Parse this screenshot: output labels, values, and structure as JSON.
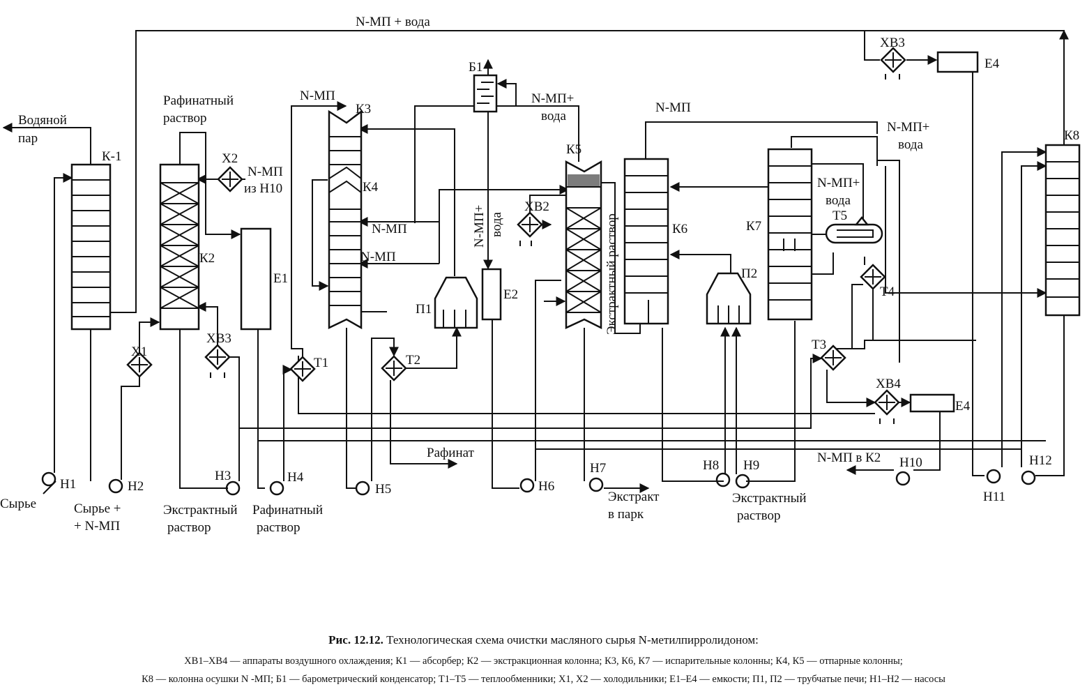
{
  "flows": {
    "top_recycle": "N-МП + вода",
    "water_vapor": [
      "Водяной",
      "пар"
    ],
    "raffinate_solution_top": [
      "Рафинатный",
      "раствор"
    ],
    "nmp_from_h10": [
      "N-МП",
      "из Н10"
    ],
    "nmp_k3_top": "N-МП",
    "nmp_water_k5_top": [
      "N-МП+",
      "вода"
    ],
    "nmp_k4_1": "N-МП",
    "nmp_k4_2": "N-МП",
    "nmp_water_vertical": [
      "N-МП+",
      "вода"
    ],
    "extract_solution_vertical": "Экстрактный раствор",
    "nmp_k6_top": "N-МП",
    "nmp_water_k7_right": [
      "N-МП+",
      "вода"
    ],
    "nmp_water_k7_inner": [
      "N-МП+",
      "вода"
    ],
    "feed": "Сырье",
    "feed_nmp": [
      "Сырье +",
      "+ N-МП"
    ],
    "extract_solution_h3": [
      "Экстрактный",
      "раствор"
    ],
    "raffinate_solution_h4": [
      "Рафинатный",
      "раствор"
    ],
    "raffinate_out": "Рафинат",
    "extract_to_park": [
      "Экстракт",
      "в парк"
    ],
    "extract_solution_h8": [
      "Экстрактный",
      "раствор"
    ],
    "nmp_to_k2": "N-МП в К2"
  },
  "equipment": {
    "K1": "К-1",
    "K2": "К2",
    "K3": "К3",
    "K4": "К4",
    "K5": "К5",
    "K6": "К6",
    "K7": "К7",
    "K8": "К8",
    "X1": "Х1",
    "X2": "Х2",
    "XB2": "ХВ2",
    "XB3a": "ХВ3",
    "XB3b": "ХВ3",
    "XB4": "ХВ4",
    "E1": "Е1",
    "E2": "Е2",
    "E4a": "Е4",
    "E4b": "Е4",
    "B1": "Б1",
    "P1": "П1",
    "P2": "П2",
    "T1": "Т1",
    "T2": "Т2",
    "T3": "Т3",
    "T4": "Т4",
    "T5": "Т5",
    "H1": "Н1",
    "H2": "Н2",
    "H3": "Н3",
    "H4": "Н4",
    "H5": "Н5",
    "H6": "Н6",
    "H7": "Н7",
    "H8": "Н8",
    "H9": "Н9",
    "H10": "Н10",
    "H11": "Н11",
    "H12": "Н12"
  },
  "caption": {
    "title_bold": "Рис. 12.12.",
    "title_rest": "Технологическая схема очистки масляного сырья N-метилпирролидоном:",
    "line1": "ХВ1–ХВ4 — аппараты воздушного охлаждения; К1 — абсорбер; К2 — экстракционная колонна; К3, К6, К7 — испарительные колонны; К4, К5 — отпарные колонны;",
    "line2": "К8 — колонна осушки N -МП; Б1 — барометрический конденсатор; Т1–Т5 — теплообменники; Х1, Х2 — холодильники; Е1–Е4 — емкости; П1, П2 — трубчатые печи; Н1–Н2 — насосы"
  }
}
